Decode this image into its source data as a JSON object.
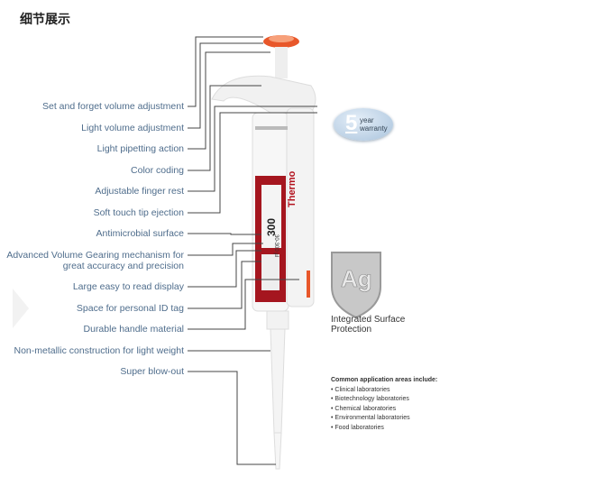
{
  "page_title": "细节展示",
  "labels": [
    "Set and forget volume adjustment",
    "Light volume adjustment",
    "Light pipetting action",
    "Color coding",
    "Adjustable finger rest",
    "Soft touch tip ejection",
    "Antimicrobial surface",
    "Advanced Volume Gearing mechanism  for",
    "great accuracy and precision",
    "Large easy to read display",
    "Space for personal ID tag",
    "Durable handle material",
    "Non-metallic construction for light weight",
    "Super blow-out"
  ],
  "warranty": {
    "number": "5",
    "line1": "year",
    "line2": "warranty"
  },
  "pipette": {
    "brand": "Thermo",
    "display": "300",
    "range": "30-300 µl"
  },
  "badge": {
    "symbol": "Ag"
  },
  "integrated_surface": {
    "line1": "Integrated Surface",
    "line2": "Protection"
  },
  "applications": {
    "heading": "Common application areas include:",
    "items": [
      "• Clinical laboratories",
      "• Biotechnology laboratories",
      "• Chemical laboratories",
      "• Environmental laboratories",
      "• Food laboratories"
    ]
  },
  "colors": {
    "label": "#4f6d8c",
    "accent": "#b3121e",
    "cap": "#e8572a"
  }
}
